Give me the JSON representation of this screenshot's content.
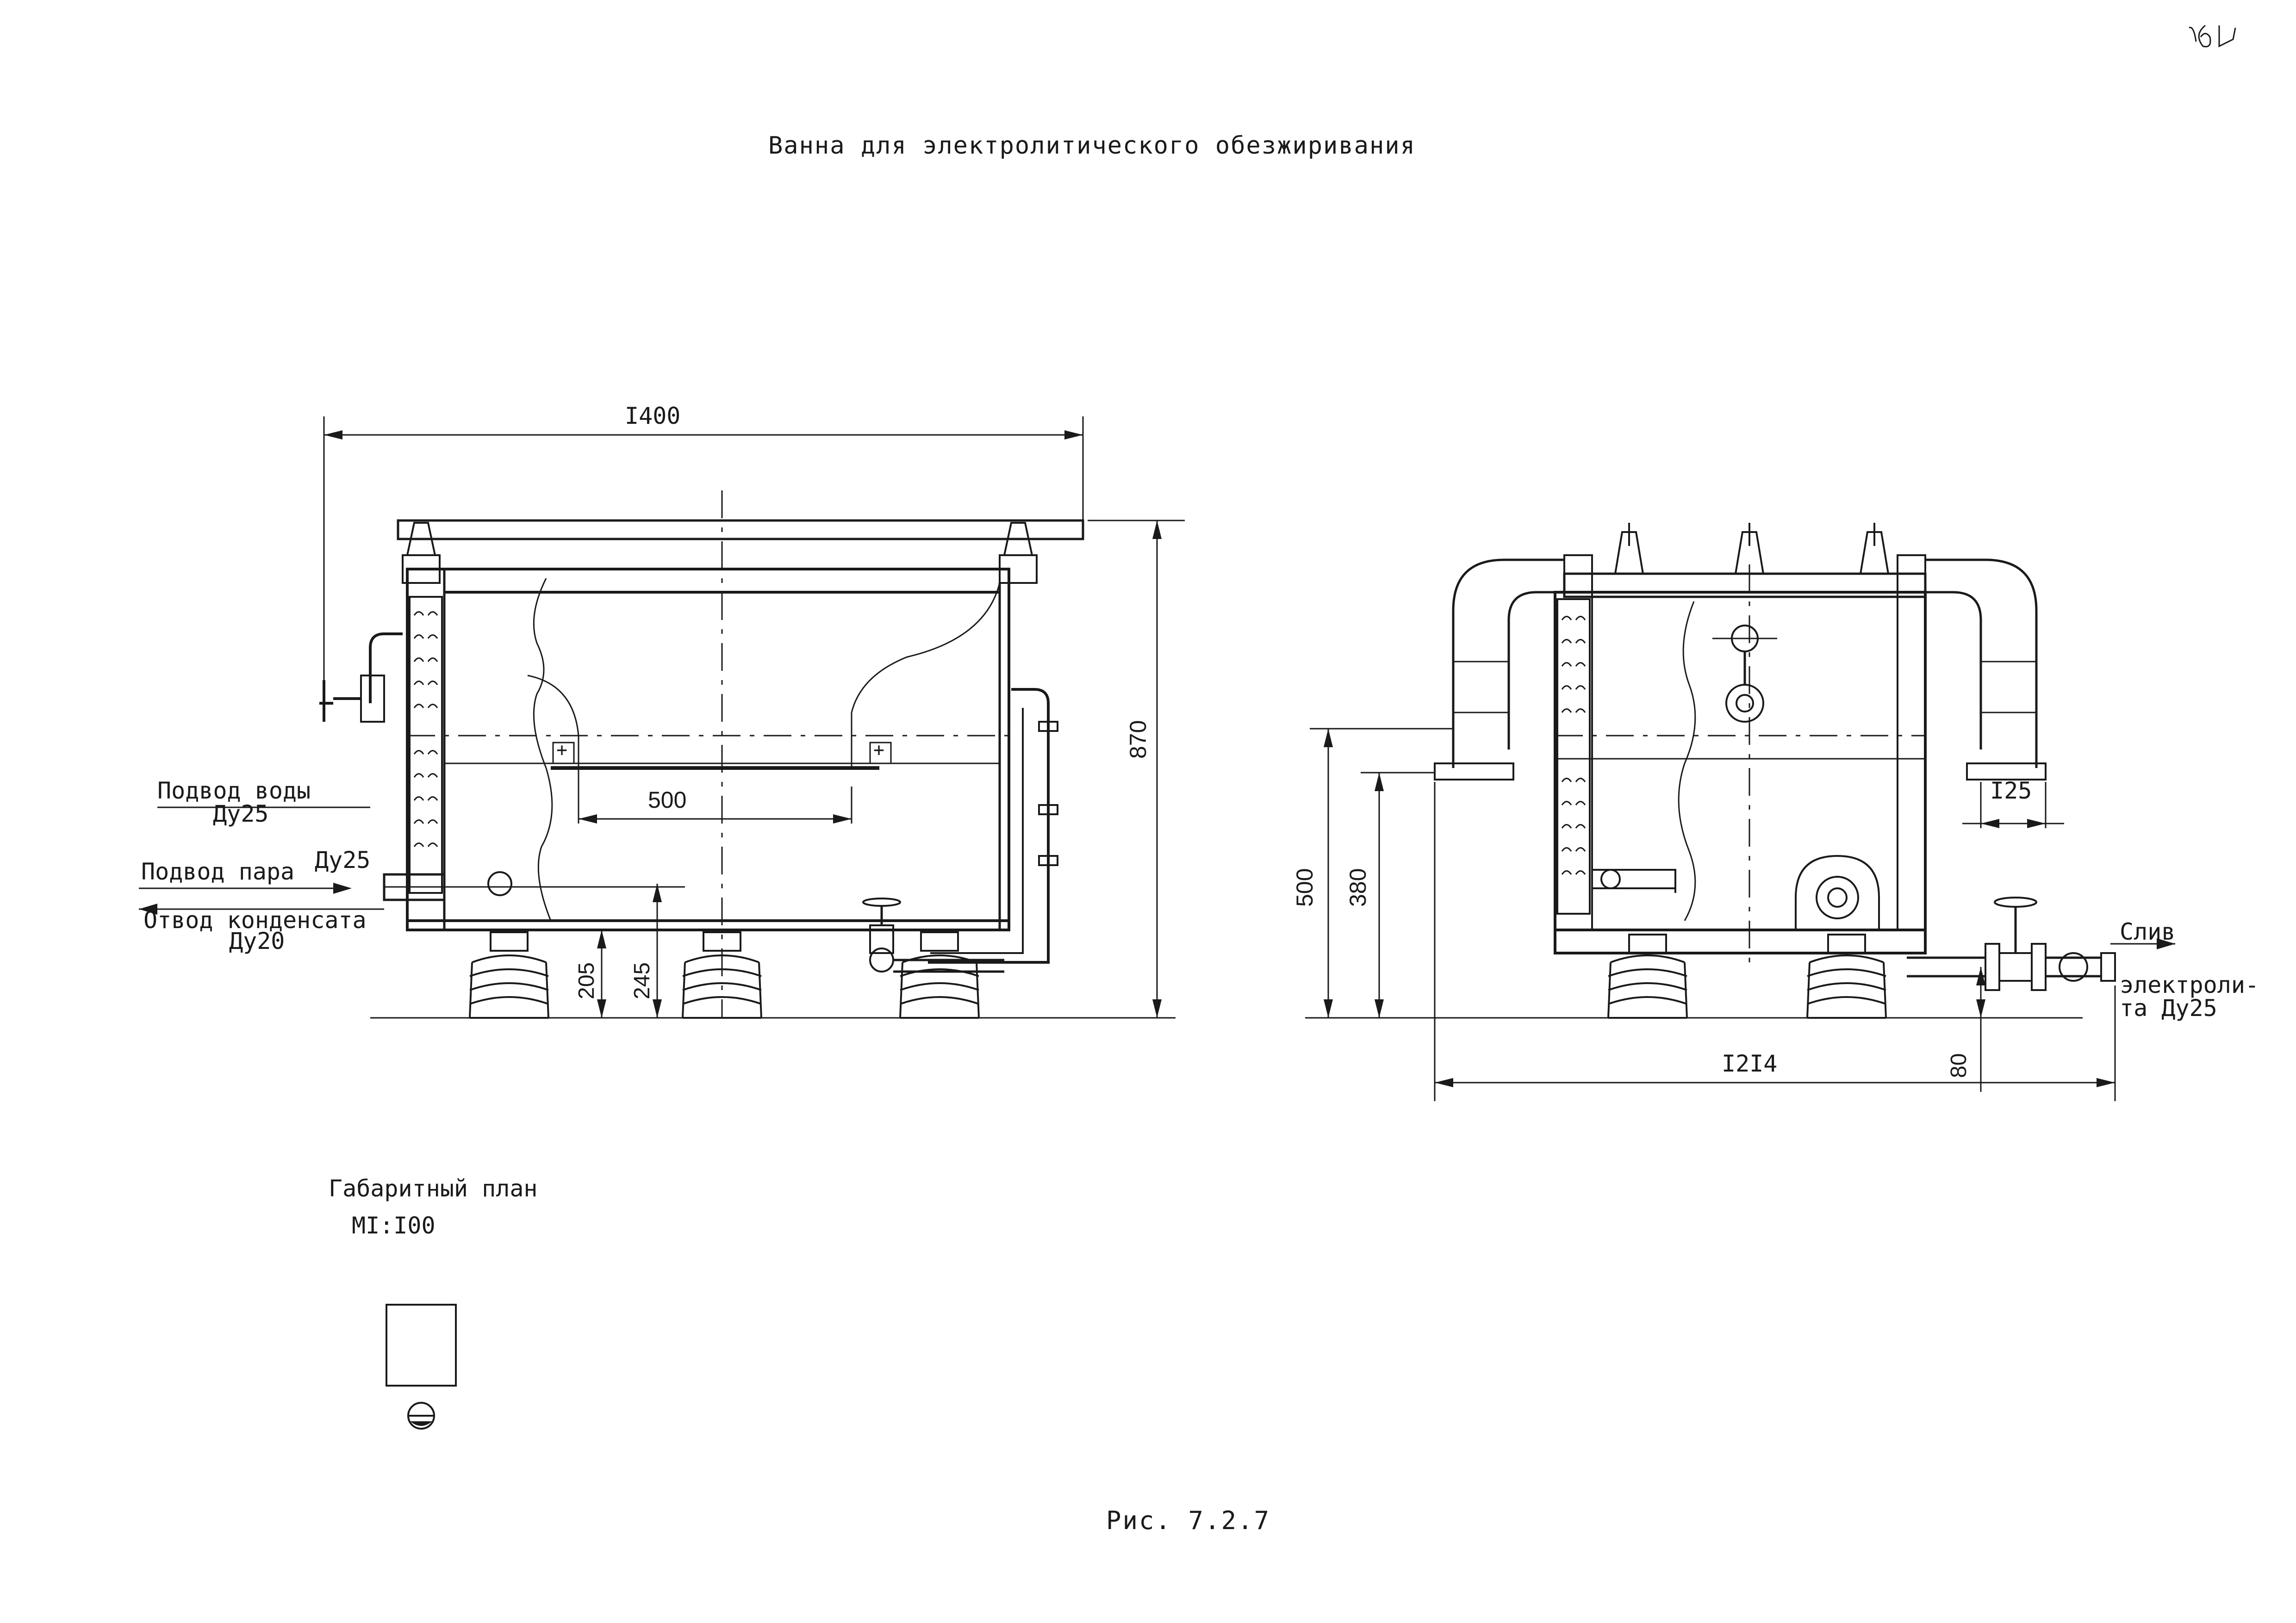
{
  "page_number": "164",
  "title": "Ванна для электролитического обезжиривания",
  "front_view": {
    "dim_length": "I400",
    "dim_height": "870",
    "dim_electrode": "500",
    "dim_205": "205",
    "dim_245": "245",
    "label_water": "Подвод воды",
    "label_water_du": "Ду25",
    "label_steam": "Подвод пара",
    "label_steam_du": "Ду25",
    "label_condensate": "Отвод конденсата",
    "label_condensate_du": "Ду20",
    "plus_sign": "+"
  },
  "side_view": {
    "dim_500": "500",
    "dim_380": "380",
    "dim_125": "I25",
    "dim_1214": "I2I4",
    "dim_80": "80",
    "label_drain_1": "Слив",
    "label_drain_2": "электроли-",
    "label_drain_3": "та Ду25"
  },
  "plan": {
    "title": "Габаритный план",
    "scale": "MI:I00"
  },
  "caption": "Рис. 7.2.7"
}
